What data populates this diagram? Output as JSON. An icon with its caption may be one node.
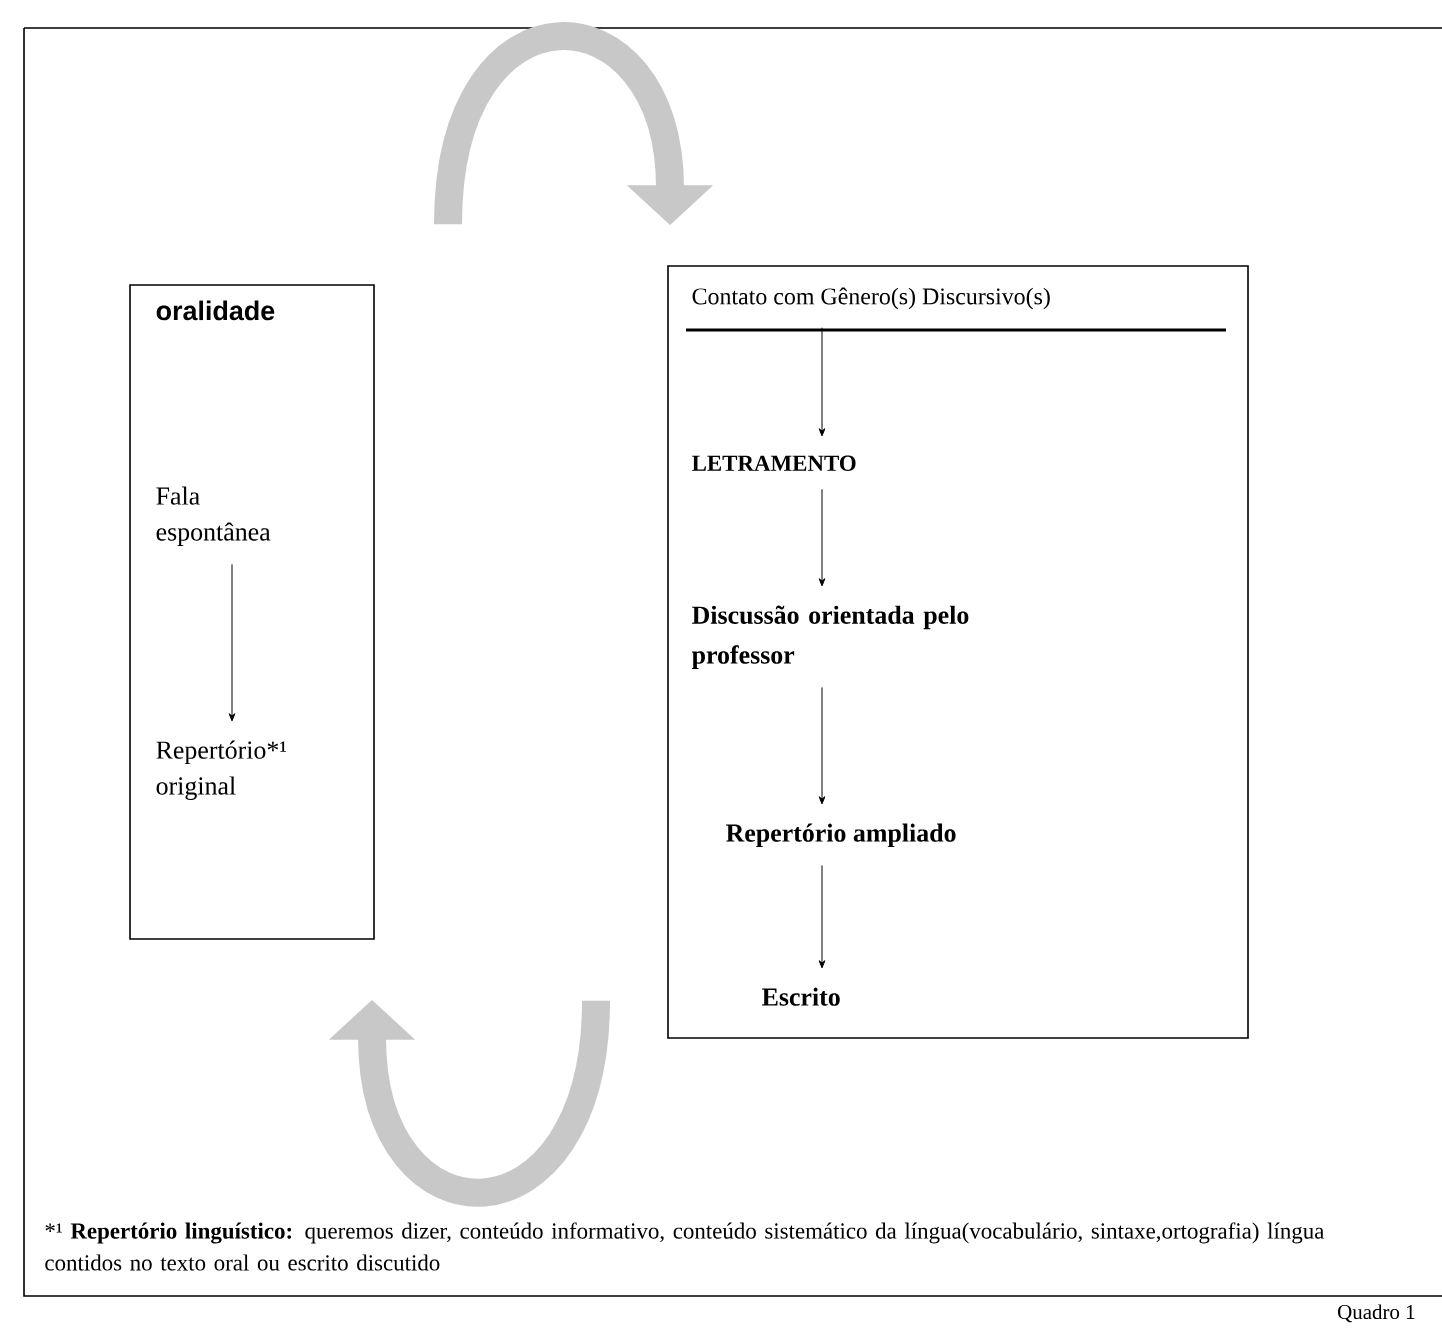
{
  "diagram": {
    "nodes": [
      {
        "text": [],
        "shape": "box"
      },
      {
        "text": [
          "oralidade"
        ],
        "in": 0
      },
      {
        "text": [
          "Fala espontânea"
        ],
        "in": 0
      },
      {
        "text": [
          "Repertório*¹ original"
        ],
        "in": 0
      },
      {
        "text": [],
        "shape": "box"
      },
      {
        "text": [
          "Contato com Gênero(s) Discursivo(s)"
        ],
        "in": 4
      },
      {
        "text": [
          "LETRAMENTO"
        ],
        "in": 4
      },
      {
        "text": [
          "Discussão orientada pelo professor"
        ],
        "in": 4
      },
      {
        "text": [
          "Repertório ampliado"
        ],
        "in": 4
      },
      {
        "text": [
          "Escrito"
        ],
        "in": 4
      }
    ],
    "edges": [
      {
        "from": 0,
        "to": 4,
        "arrow": "to",
        "style": "thick",
        "color": "#c8c8c8"
      },
      {
        "from": 2,
        "to": 3,
        "arrow": "to"
      },
      {
        "from": 5,
        "to": 6,
        "arrow": "to"
      },
      {
        "from": 6,
        "to": 7,
        "arrow": "to"
      },
      {
        "from": 7,
        "to": 8,
        "arrow": "to"
      },
      {
        "from": 8,
        "to": 9,
        "arrow": "to"
      },
      {
        "from": 4,
        "to": 0,
        "arrow": "to",
        "style": "thick",
        "color": "#c8c8c8"
      }
    ],
    "labels": [
      "*¹ **Repertório linguístico:** queremos dizer, conteúdo informativo, conteúdo sistemático da língua(vocabulário, sintaxe,ortografia) língua contidos no texto oral ou escrito discutido",
      "Quadro 1"
    ]
  }
}
